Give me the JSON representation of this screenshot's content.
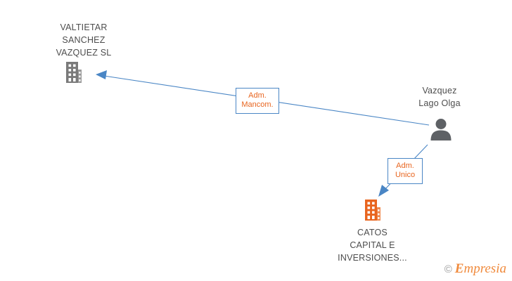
{
  "diagram": {
    "type": "org-relationship-graph",
    "nodes": [
      {
        "id": "valtietar",
        "kind": "company",
        "label": "VALTIETAR\nSANCHEZ\nVAZQUEZ  SL",
        "icon": "building-icon",
        "icon_color": "#7a7a7a",
        "label_color": "#4d4d4d"
      },
      {
        "id": "vazquez-lago-olga",
        "kind": "person",
        "label": "Vazquez\nLago Olga",
        "icon": "person-icon",
        "icon_color": "#5e6165",
        "label_color": "#4d4d4d"
      },
      {
        "id": "catos-capital",
        "kind": "company",
        "label": "CATOS\nCAPITAL E\nINVERSIONES...",
        "icon": "building-icon",
        "icon_color": "#e8651f",
        "label_color": "#4d4d4d"
      }
    ],
    "edges": [
      {
        "id": "edge-adm-mancom",
        "from": "vazquez-lago-olga",
        "to": "valtietar",
        "label": "Adm.\nMancom.",
        "color": "#4a86c5"
      },
      {
        "id": "edge-adm-unico",
        "from": "vazquez-lago-olga",
        "to": "catos-capital",
        "label": "Adm.\nUnico",
        "color": "#4a86c5"
      }
    ],
    "watermark": {
      "copyright": "©",
      "brand_prefix": "E",
      "brand_rest": "mpresia"
    }
  }
}
